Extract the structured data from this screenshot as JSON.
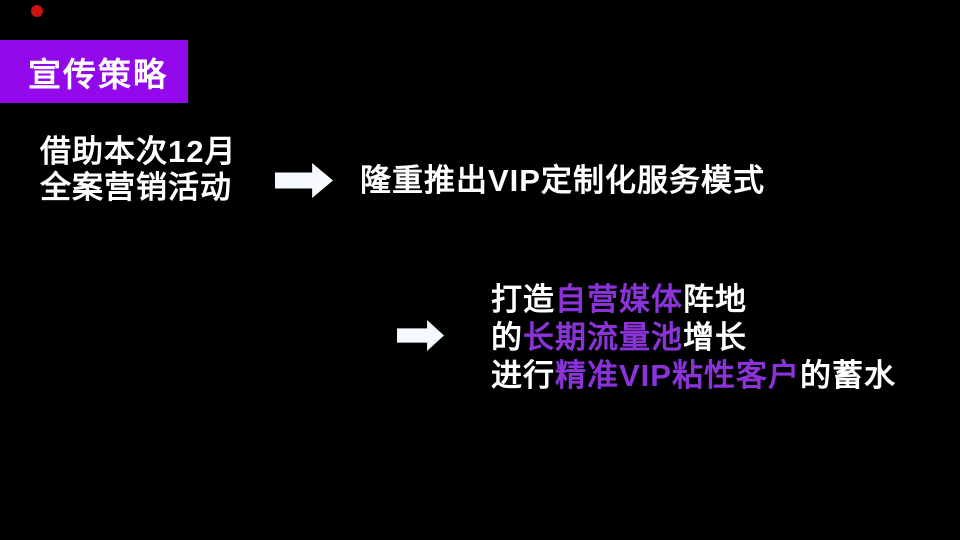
{
  "slide": {
    "background_color": "#000000",
    "logo_dot_color": "#ce1212",
    "badge": {
      "label": "宣传策略",
      "bg_color": "#9309eb",
      "text_color": "#ffffff"
    },
    "intro": {
      "line1": "借助本次12月",
      "line2": "全案营销活动"
    },
    "arrows": {
      "icon": "right-block-arrow",
      "color": "#f4f8ff",
      "count": 2
    },
    "headline": "隆重推出VIP定制化服务模式",
    "outcome": {
      "lines": [
        {
          "segments": [
            {
              "text": "打造",
              "color": "white"
            },
            {
              "text": "自营媒体",
              "color": "purple"
            },
            {
              "text": "阵地",
              "color": "white"
            }
          ]
        },
        {
          "segments": [
            {
              "text": "的",
              "color": "white"
            },
            {
              "text": "长期流量池",
              "color": "purple"
            },
            {
              "text": "增长",
              "color": "white"
            }
          ]
        },
        {
          "segments": [
            {
              "text": "进行",
              "color": "white"
            },
            {
              "text": "精准VIP粘性客户",
              "color": "purple"
            },
            {
              "text": "的蓄水",
              "color": "white"
            }
          ]
        }
      ]
    },
    "colors": {
      "accent_purple_text": "#8a33d9",
      "badge_purple": "#9309eb",
      "white_text": "#ffffff"
    }
  }
}
